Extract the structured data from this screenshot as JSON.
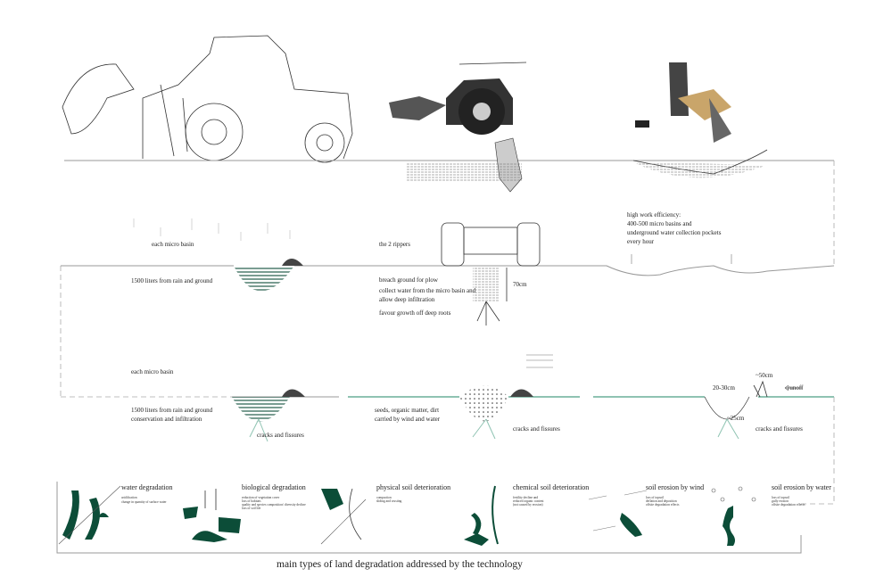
{
  "colors": {
    "accent_green": "#0c4d38",
    "line_gray": "#999999"
  },
  "row2": {
    "left_label": "each micro basin",
    "left_volume": "1500 liters from rain and ground",
    "mid_label": "the 2 rippers",
    "mid_note1": "breach ground for plow",
    "mid_note2a": "collect water from the micro basin and",
    "mid_note2b": "allow deep infiltration",
    "mid_note3": "favour growth off deep roots",
    "depth": "70cm",
    "right_lines": [
      "high work efficiency:",
      "400-500 micro basins and",
      "underground water collection pockets",
      "every hour"
    ]
  },
  "row3": {
    "left_label": "each micro basin",
    "left_volume_a": "1500 liters from rain and ground",
    "left_volume_b": "conservation and infiltration",
    "cracks": "cracks and fissures",
    "mid_a": "seeds, organic matter, dirt",
    "mid_b": "carried by wind and water",
    "width_top": "~50cm",
    "height": "20-30cm",
    "runoff": "runoff",
    "width_bottom": "~25cm"
  },
  "degradation": [
    {
      "title": "water degradation",
      "lines": [
        "aridification",
        "change in quantity of surface water"
      ]
    },
    {
      "title": "biological degradation",
      "lines": [
        "reduction of vegetation cover",
        "loss of habitats",
        "quality and species composition/ diversity decline",
        "loss of soil life"
      ]
    },
    {
      "title": "physical soil deterioration",
      "lines": [
        "compaction",
        "sliding and crusting"
      ]
    },
    {
      "title": "chemical soil deterioration",
      "lines": [
        "fertility decline and",
        "reduced organic content",
        "(not caused by erosion)"
      ]
    },
    {
      "title": "soil erosion by wind",
      "lines": [
        "loss of topsoil",
        "deflation and deposition",
        "offsite degradation effects"
      ]
    },
    {
      "title": "soil erosion by water",
      "lines": [
        "loss of topsoil",
        "gully erosion",
        "offsite degradation effects"
      ]
    }
  ],
  "caption": "main types of land degradation addressed by the technology"
}
